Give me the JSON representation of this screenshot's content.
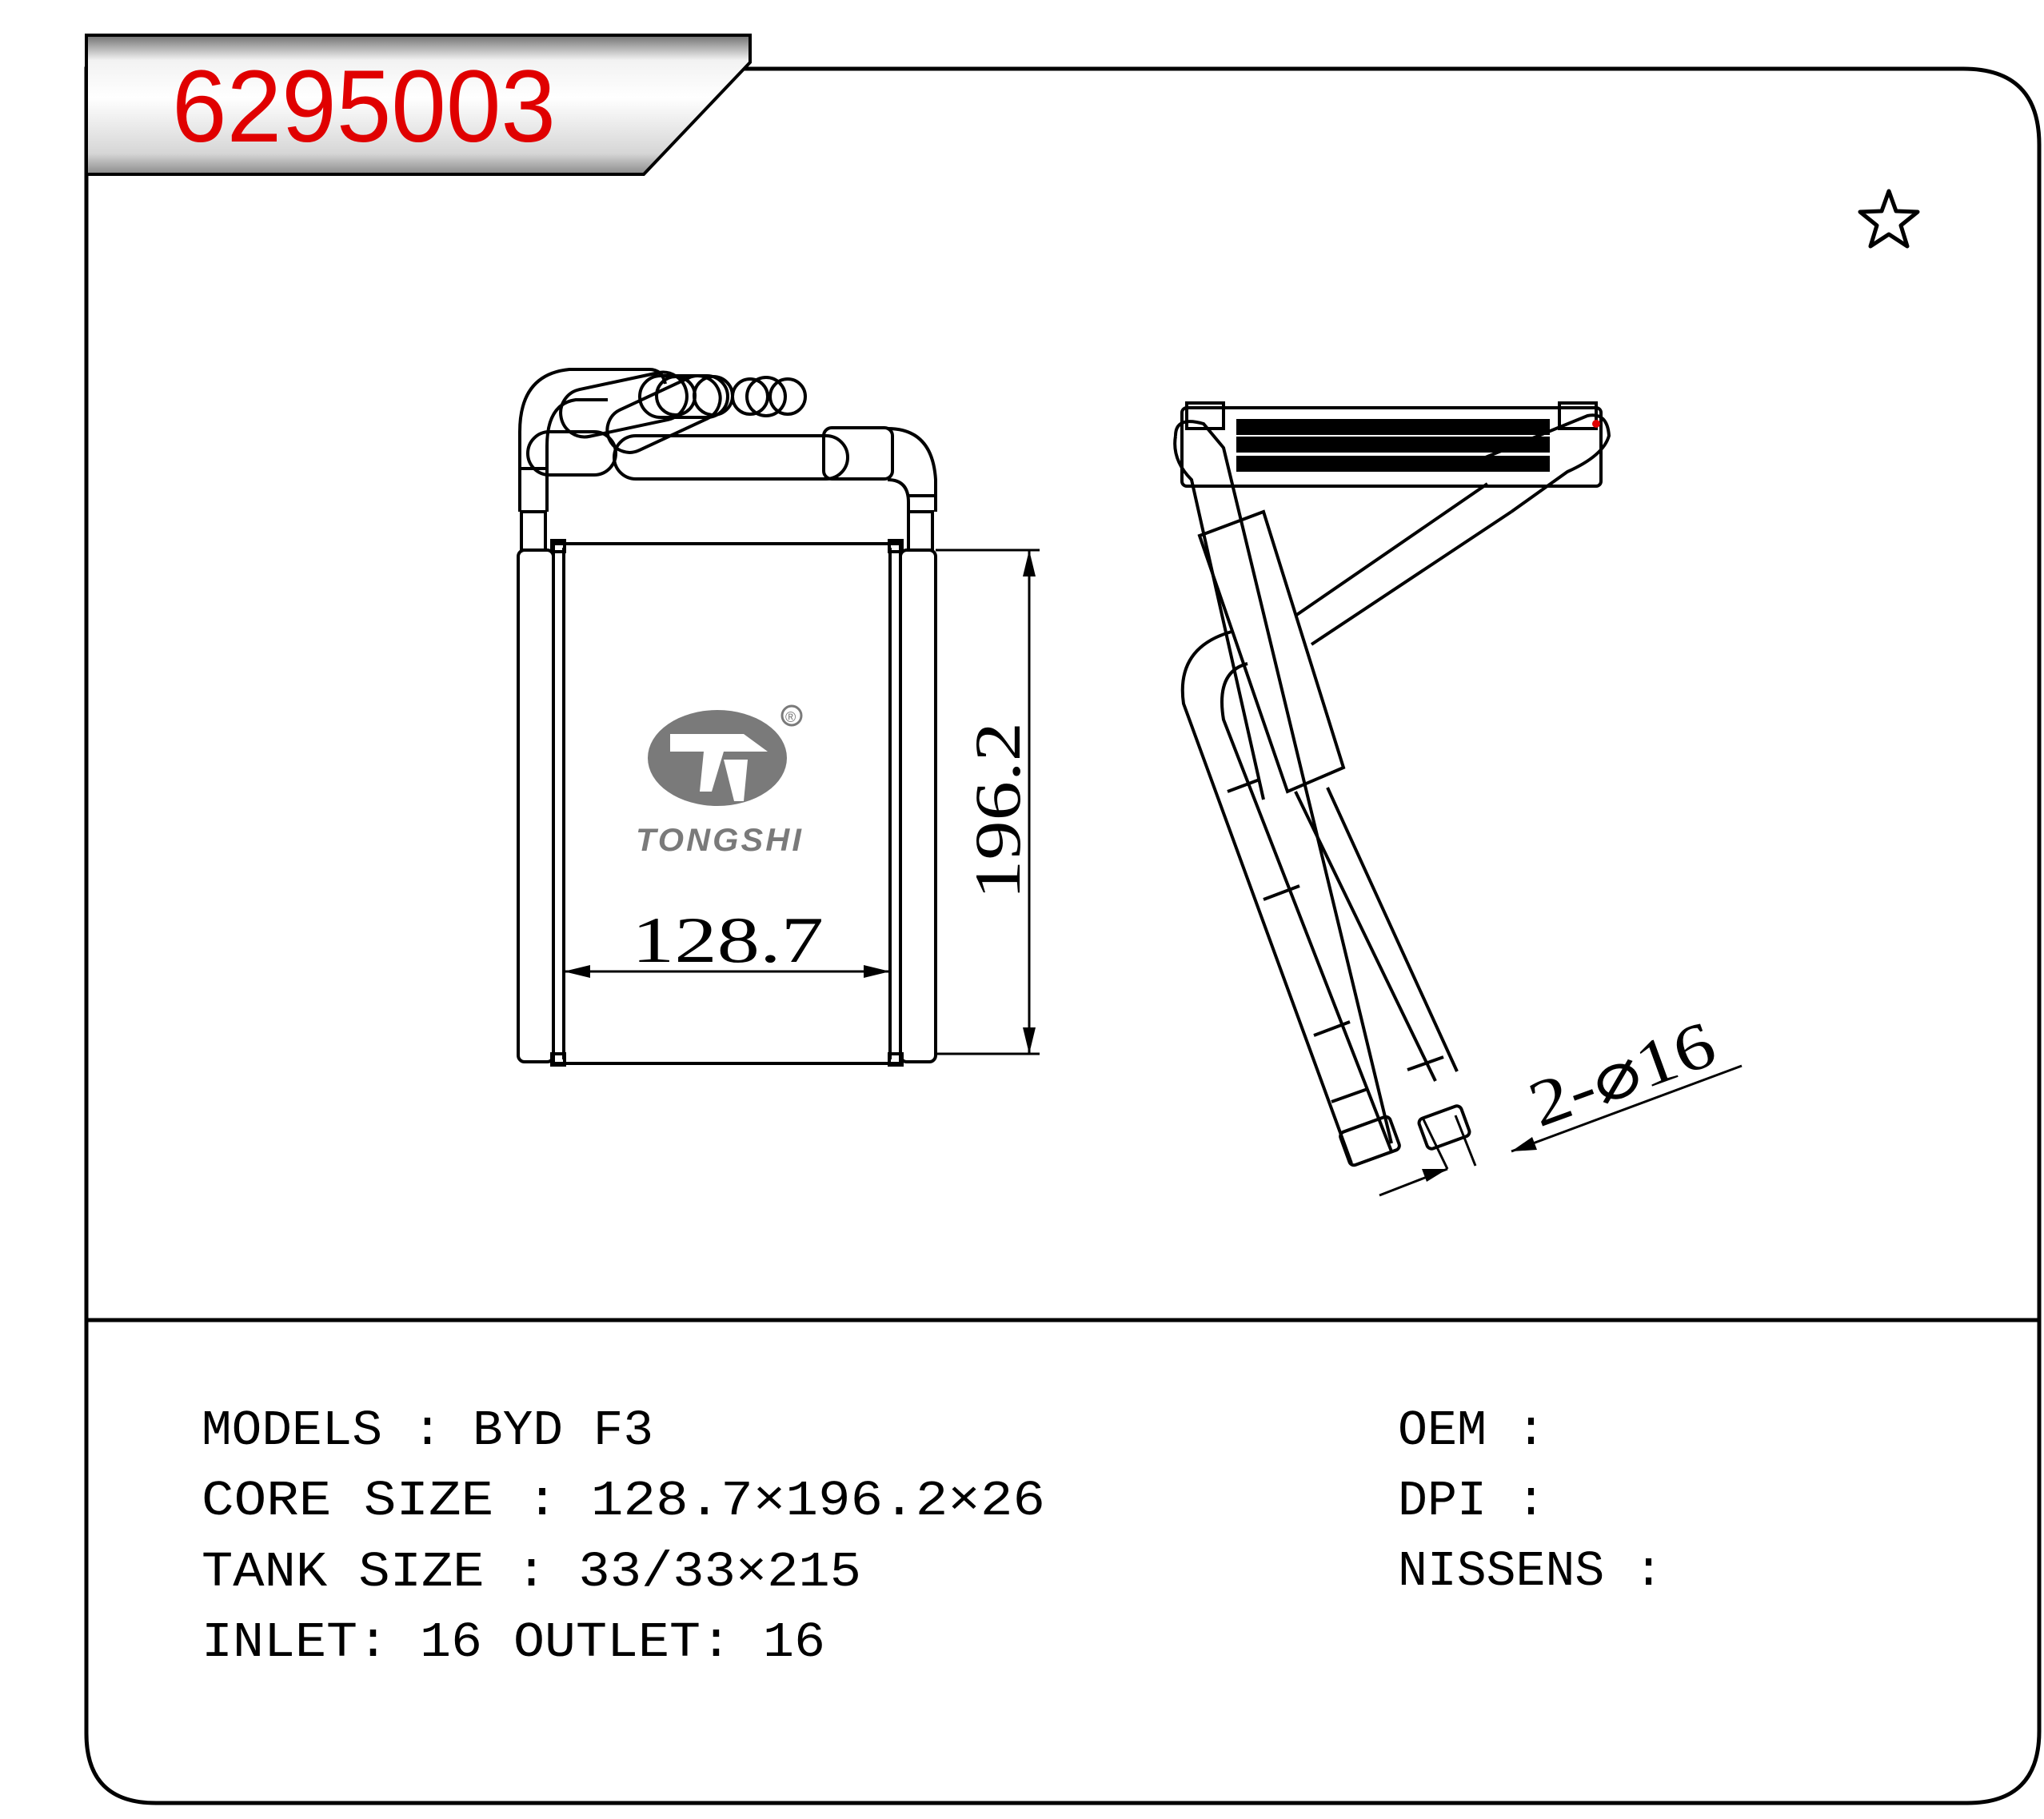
{
  "part_number": "6295003",
  "favorite_icon": "star-outline-icon",
  "logo": {
    "name": "TONGSHI",
    "registered_mark": "®"
  },
  "dimensions": {
    "width_label": "128.7",
    "height_label": "196.2",
    "pipe_label": "2-⌀16"
  },
  "specs": {
    "models": "MODELS : BYD F3",
    "core_size": "CORE SIZE : 128.7×196.2×26",
    "tank_size": "TANK SIZE : 33/33×215",
    "inlet_outlet": "INLET: 16  OUTLET: 16",
    "oem": "OEM :",
    "dpi": "DPI :",
    "nissens": "NISSENS :"
  },
  "colors": {
    "part_number": "#e00000",
    "frame": "#000000",
    "logo": "#7a7a7a"
  }
}
